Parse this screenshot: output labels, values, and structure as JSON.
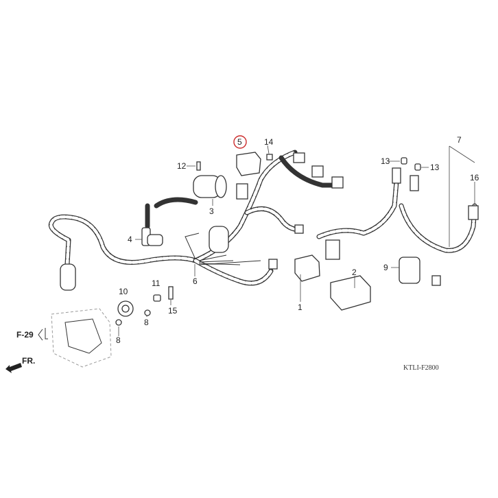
{
  "diagram": {
    "callouts": {
      "p1": "1",
      "p2": "2",
      "p3": "3",
      "p4": "4",
      "p5": "5",
      "p6": "6",
      "p7": "7",
      "p8a": "8",
      "p8b": "8",
      "p9": "9",
      "p10": "10",
      "p11": "11",
      "p12": "12",
      "p13a": "13",
      "p13b": "13",
      "p14": "14",
      "p15": "15",
      "p16": "16"
    },
    "highlighted_callout": "5",
    "highlight_color": "#cc2b2b",
    "ref_figure": "F-29",
    "front_label": "FR.",
    "drawing_code": "KTLI-F2800"
  }
}
